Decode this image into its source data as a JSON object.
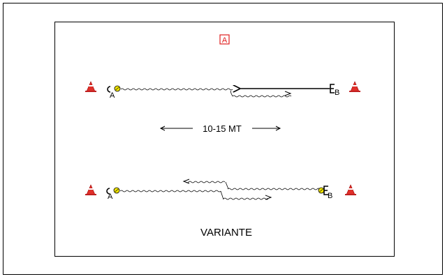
{
  "diagram": {
    "coach_marker": "A",
    "distance_label": "10-15 MT",
    "variant_label": "VARIANTE",
    "top_drill": {
      "player_a_label": "A",
      "player_b_label": "B"
    },
    "bottom_drill": {
      "player_a_label": "A",
      "player_b_label": "B"
    }
  },
  "colors": {
    "cone": "#e0302a",
    "ball": "#f2e600",
    "coach_marker": "#e02020",
    "line": "#000000"
  }
}
